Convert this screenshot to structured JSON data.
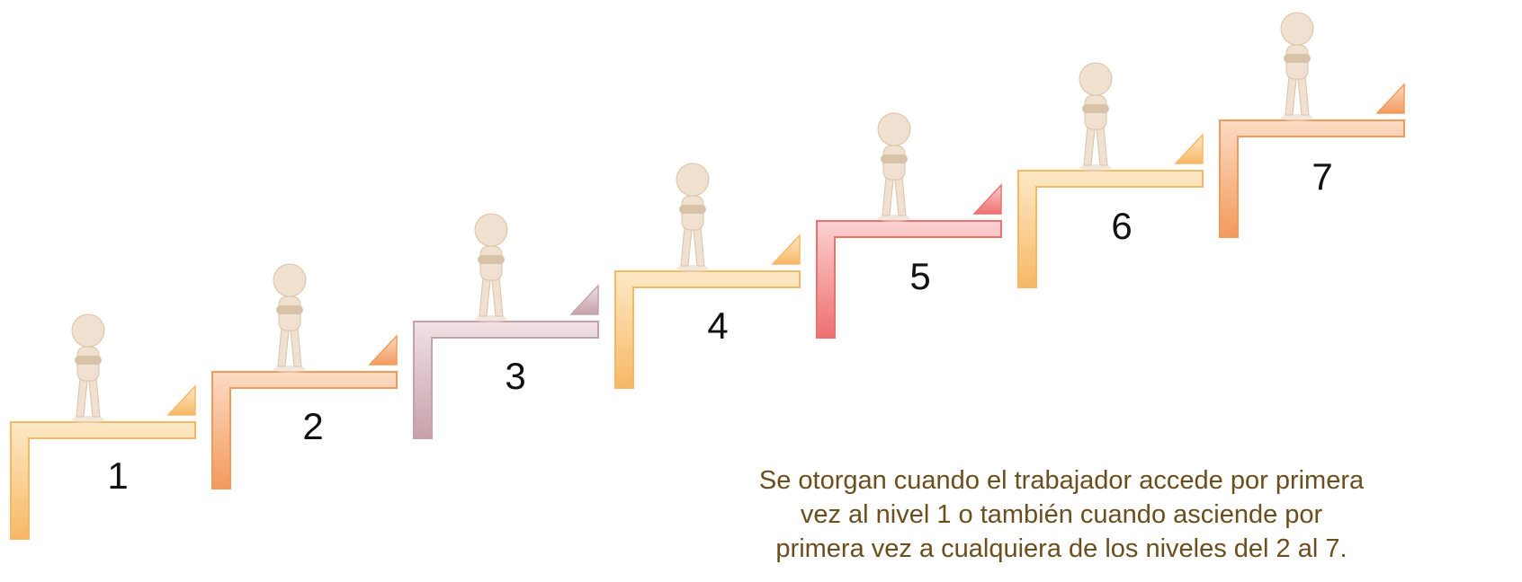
{
  "steps": [
    {
      "label": "1",
      "color": "#f7b866",
      "light": "#fde9c6"
    },
    {
      "label": "2",
      "color": "#f29a5c",
      "light": "#fcdcc4"
    },
    {
      "label": "3",
      "color": "#c7a1aa",
      "light": "#efe1e4"
    },
    {
      "label": "4",
      "color": "#f7b866",
      "light": "#fde9c6"
    },
    {
      "label": "5",
      "color": "#ef6f6f",
      "light": "#fbd2d2"
    },
    {
      "label": "6",
      "color": "#f7b866",
      "light": "#fde9c6"
    },
    {
      "label": "7",
      "color": "#f29a5c",
      "light": "#fcdcc4"
    }
  ],
  "caption": {
    "line1": "Se otorgan cuando el trabajador accede por primera",
    "line2": "vez al nivel 1 o también cuando asciende por",
    "line3": "primera vez a cualquiera de los niveles del 2 al 7."
  },
  "colors": {
    "figure": "#efe0cf",
    "figure_shadow": "#d9c3a8",
    "caption_text": "#6b4e1e"
  }
}
